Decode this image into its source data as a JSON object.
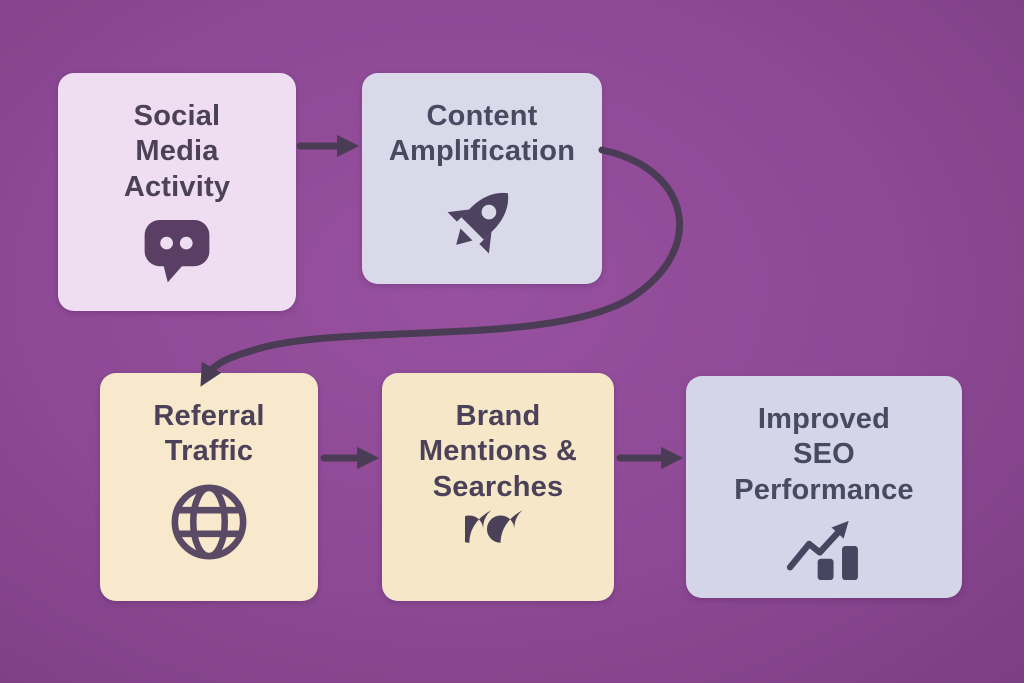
{
  "diagram": {
    "background_color": "#8d4994",
    "arrow_color": "#4a3c54",
    "nodes": [
      {
        "id": "social-media-activity",
        "label": "Social\nMedia\nActivity",
        "icon": "chat-bubble-icon",
        "bg": "#efddf1",
        "text_color": "#53405f"
      },
      {
        "id": "content-amplification",
        "label": "Content\nAmplification",
        "icon": "rocket-icon",
        "bg": "#d9d9ea",
        "text_color": "#474a60"
      },
      {
        "id": "referral-traffic",
        "label": "Referral\nTraffic",
        "icon": "globe-icon",
        "bg": "#f8e9cd",
        "text_color": "#4b4158"
      },
      {
        "id": "brand-mentions-searches",
        "label": "Brand\nMentions &\nSearches",
        "icon": "quote-icon",
        "bg": "#f7e7c9",
        "text_color": "#4b4158"
      },
      {
        "id": "improved-seo-performance",
        "label": "Improved\nSEO\nPerformance",
        "icon": "chart-growth-icon",
        "bg": "#d4d5e9",
        "text_color": "#474a60"
      }
    ],
    "connections": [
      {
        "from": "social-media-activity",
        "to": "content-amplification"
      },
      {
        "from": "content-amplification",
        "to": "referral-traffic"
      },
      {
        "from": "referral-traffic",
        "to": "brand-mentions-searches"
      },
      {
        "from": "brand-mentions-searches",
        "to": "improved-seo-performance"
      }
    ]
  }
}
